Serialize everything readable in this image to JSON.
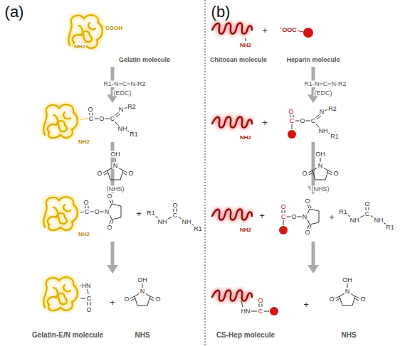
{
  "diagram": {
    "labels": [
      "(a)",
      "COOH",
      "NH2",
      "Gelatin molecule",
      "R1-N=C=N-R2",
      "(EDC)",
      "O",
      "C",
      "O",
      "C",
      "N",
      "R2",
      "NH",
      "R1",
      "NH2",
      "OH",
      "N",
      "O",
      "O",
      "(NHS)",
      "O",
      "C",
      "O",
      "N",
      "O",
      "O",
      "NH2",
      "+",
      "R1",
      "NH",
      "C",
      "O",
      "NH",
      "R1",
      "HN",
      "C",
      "O",
      "+",
      "OH",
      "N",
      "O",
      "O",
      "Gelatin-E/N molecule",
      "NHS",
      "(b)",
      "NH2",
      "+",
      "⁻OOC",
      "Chitosan molecule",
      "Heparin molecule",
      "R1-N=C=N-R2",
      "(EDC)",
      "NH2",
      "+",
      "O",
      "C",
      "O",
      "C",
      "N",
      "R2",
      "NH",
      "R1",
      "OH",
      "N",
      "O",
      "O",
      "(NHS)",
      "NH2",
      "+",
      "O",
      "C",
      "O",
      "N",
      "O",
      "O",
      "+",
      "R1",
      "NH",
      "C",
      "O",
      "NH",
      "R1",
      "HN",
      "C",
      "O",
      "+",
      "OH",
      "N",
      "O",
      "O",
      "CS-Hep molecule",
      "NHS"
    ]
  }
}
